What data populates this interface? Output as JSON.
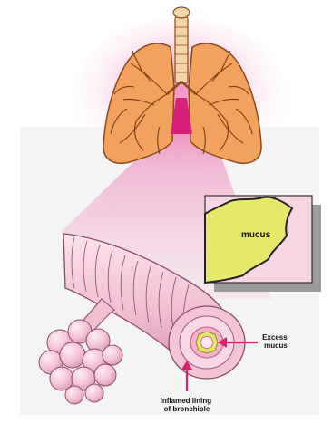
{
  "diagram": {
    "labels": {
      "mucus": "mucus",
      "excess_mucus": [
        "Excess",
        "mucus"
      ],
      "inflamed_lining": [
        "Inflamed lining",
        "of bronchiole"
      ]
    },
    "colors": {
      "lung": "#f2a25e",
      "lung_outline": "#8a4a1e",
      "trachea": "#f4d7a8",
      "glow": "#e85aa8",
      "callout_beam": "#f3b6d3",
      "bronchiole": "#f3c4d6",
      "bronchiole_outline": "#8d4a68",
      "alveoli": "#f6cadb",
      "mucus_yellow": "#e6e86a",
      "arrow": "#d8206f",
      "lining_pink": "#f6b1cc"
    }
  }
}
